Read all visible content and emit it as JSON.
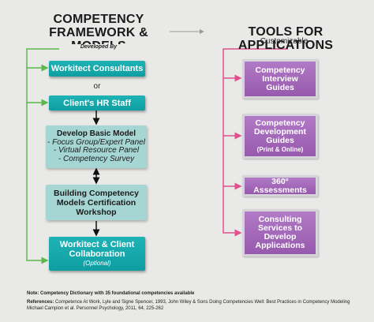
{
  "left_title": [
    "COMPETENCY",
    "FRAMEWORK & MODELS"
  ],
  "right_title": "TOOLS FOR APPLICATIONS",
  "customizable": "Customizable",
  "developed_by": "Developed By",
  "or": "or",
  "left_boxes": {
    "workitect": "Workitect Consultants",
    "client_hr": "Client's HR Staff",
    "develop_model": {
      "title": "Develop Basic Model",
      "items": [
        "- Focus Group/Expert Panel",
        "- Virtual Resource Panel",
        "- Competency Survey"
      ]
    },
    "workshop": [
      "Building Competency",
      "Models Certification",
      "Workshop"
    ],
    "collaboration": [
      "Workitect & Client",
      "Collaboration"
    ],
    "optional": "(Optional)"
  },
  "right_boxes": {
    "interview": [
      "Competency",
      "Interview",
      "Guides"
    ],
    "development": [
      "Competency",
      "Development",
      "Guides"
    ],
    "development_sub": "(Print & Online)",
    "assessments": "360° Assessments",
    "consulting": [
      "Consulting",
      "Services to",
      "Develop",
      "Applications"
    ]
  },
  "notes": {
    "note": "Note: Competency Dictionary with 35 foundational competencies available",
    "references_label": "References:",
    "references_line1": "Competence At Work, Lyle and Signe Spencer, 1993, John Wiley & Sons Doing Competencies Well: Best Practices in Competency Modeling",
    "references_line2": "Michael Campion et al. Personnel Psychology, 2011, 64, 225-262"
  },
  "colors": {
    "green": "#5cb84c",
    "pink": "#e0508f",
    "teal": "#13a7aa",
    "purple": "#a064b7"
  }
}
